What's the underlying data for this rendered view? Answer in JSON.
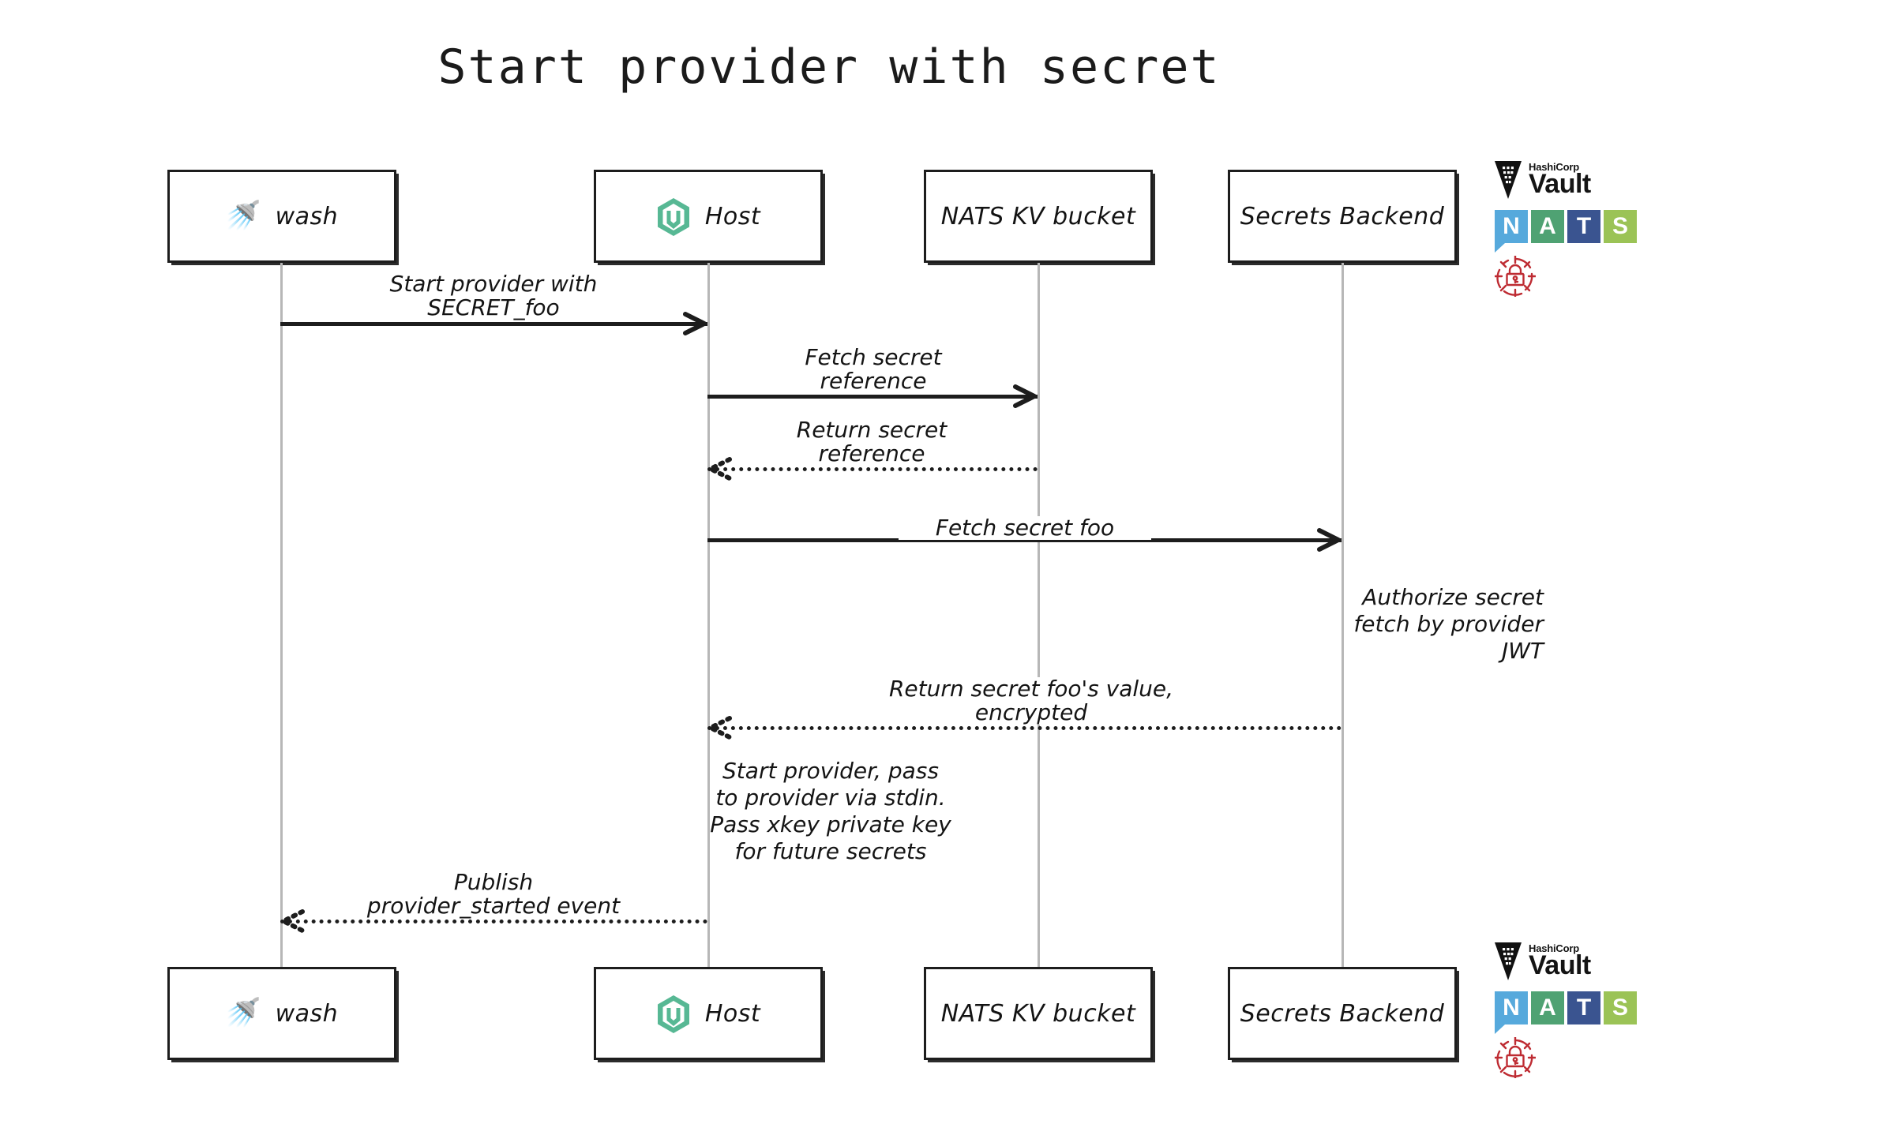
{
  "title": "Start provider with secret",
  "participants": [
    {
      "id": "wash",
      "label": "wash",
      "icon": "shower-emoji"
    },
    {
      "id": "host",
      "label": "Host",
      "icon": "wasmcloud-hexagon-icon"
    },
    {
      "id": "natskv",
      "label": "NATS KV bucket",
      "icon": "none"
    },
    {
      "id": "secrets",
      "label": "Secrets Backend",
      "icon": "none"
    }
  ],
  "messages": [
    {
      "id": "m1",
      "from": "wash",
      "to": "host",
      "label": "Start provider with\nSECRET_foo",
      "style": "solid"
    },
    {
      "id": "m2",
      "from": "host",
      "to": "natskv",
      "label": "Fetch secret\nreference",
      "style": "solid"
    },
    {
      "id": "m3",
      "from": "natskv",
      "to": "host",
      "label": "Return secret\nreference",
      "style": "dotted"
    },
    {
      "id": "m4",
      "from": "host",
      "to": "secrets",
      "label": "Fetch secret foo",
      "style": "solid"
    },
    {
      "id": "m5",
      "from": "secrets",
      "to": "host",
      "label": "Return secret foo's value,\nencrypted",
      "style": "dotted"
    },
    {
      "id": "m6",
      "from": "host",
      "to": "wash",
      "label": "Publish\nprovider_started event",
      "style": "dotted"
    }
  ],
  "notes": [
    {
      "id": "n1",
      "near": "secrets",
      "text": "Authorize secret\nfetch by provider\nJWT"
    },
    {
      "id": "n2",
      "near": "host",
      "text": "Start provider, pass\nto provider via stdin.\nPass xkey private key\nfor future secrets"
    }
  ],
  "logos": {
    "vault": {
      "brand": "HashiCorp",
      "name": "Vault"
    },
    "nats": {
      "letters": [
        "N",
        "A",
        "T",
        "S"
      ],
      "colors": [
        "#56A9DC",
        "#4FA273",
        "#3A5490",
        "#9BC košík"
      ]
    },
    "lock": {
      "icon": "secret-lock-icon",
      "color": "#BE2B32"
    }
  },
  "colors": {
    "box_border": "#1d1d1d",
    "lifeline": "#b7b7b7",
    "text": "#141414",
    "wasmcloud_green": "#57b894",
    "nats_blue": "#56A9DC",
    "nats_green": "#4FA273",
    "nats_navy": "#3A5490",
    "nats_lime": "#9BC356",
    "lock_red": "#BE2B32",
    "background": "#ffffff"
  }
}
